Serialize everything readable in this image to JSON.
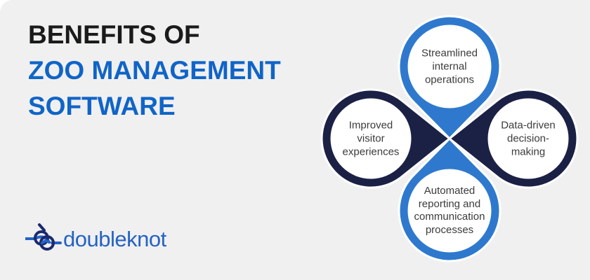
{
  "header": {
    "line1": "BENEFITS OF",
    "line2": "ZOO MANAGEMENT",
    "line3": "SOFTWARE",
    "title_text_color": "#1a1a1a",
    "title_accent_color": "#1064c6"
  },
  "diagram": {
    "background_color": "#f0f0f1",
    "label_text_color": "#3b3b3b",
    "gap_color": "#ffffff",
    "pins": [
      {
        "id": "top",
        "text": "Streamlined\ninternal\noperations",
        "ring_color": "#2e79cd"
      },
      {
        "id": "left",
        "text": "Improved\nvisitor\nexperiences",
        "ring_color": "#1b2145"
      },
      {
        "id": "right",
        "text": "Data-driven\ndecision-\nmaking",
        "ring_color": "#1b2145"
      },
      {
        "id": "bottom",
        "text": "Automated\nreporting and\ncommunication\nprocesses",
        "ring_color": "#2e79cd"
      }
    ]
  },
  "brand": {
    "name": "doubleknot",
    "wordmark_color": "#2563c4",
    "icon_navy": "#1b2a6e",
    "icon_blue": "#2563c4"
  }
}
